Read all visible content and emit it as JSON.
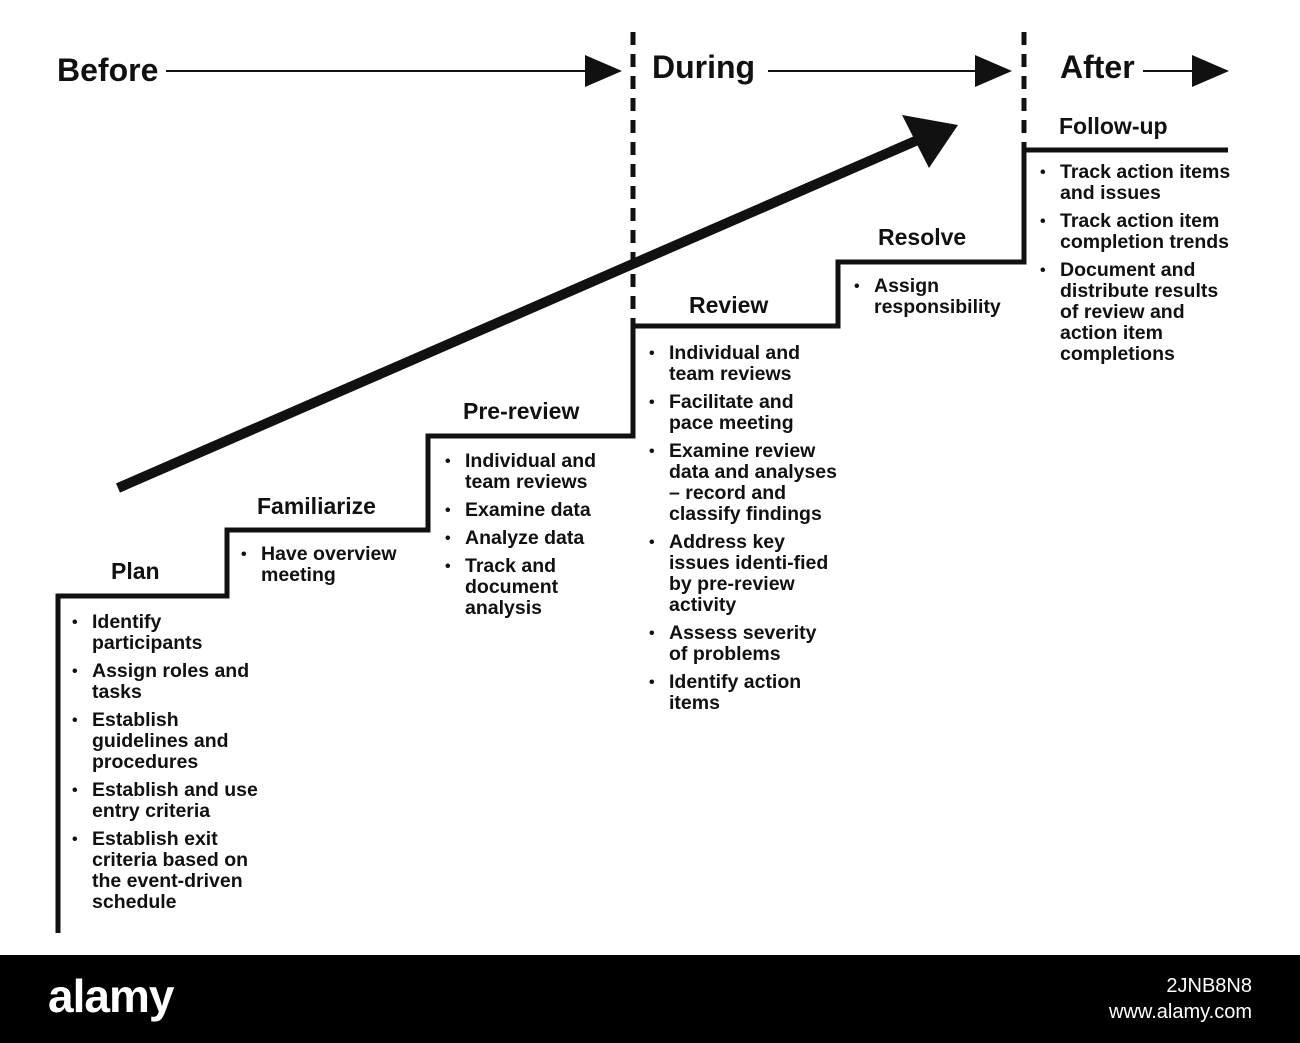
{
  "phases": {
    "before": "Before",
    "during": "During",
    "after": "After"
  },
  "steps": [
    {
      "title": "Plan",
      "bullets": [
        "Identify participants",
        "Assign roles and tasks",
        "Establish guidelines and procedures",
        "Establish and use entry criteria",
        "Establish exit criteria based on the event-driven schedule"
      ]
    },
    {
      "title": "Familiarize",
      "bullets": [
        "Have overview meeting"
      ]
    },
    {
      "title": "Pre-review",
      "bullets": [
        "Individual and team reviews",
        "Examine data",
        "Analyze data",
        "Track and document analysis"
      ]
    },
    {
      "title": "Review",
      "bullets": [
        "Individual and team reviews",
        "Facilitate and pace meeting",
        "Examine review data and analyses – record and classify findings",
        "Address key issues identi-fied by pre-review activity",
        "Assess severity of problems",
        "Identify action items"
      ]
    },
    {
      "title": "Resolve",
      "bullets": [
        "Assign responsibility"
      ]
    },
    {
      "title": "Follow-up",
      "bullets": [
        "Track action items and issues",
        "Track action item completion trends",
        "Document and distribute results of review and action item completions"
      ]
    }
  ],
  "footer": {
    "logo": "alamy",
    "image_id": "2JNB8N8",
    "site": "www.alamy.com"
  }
}
